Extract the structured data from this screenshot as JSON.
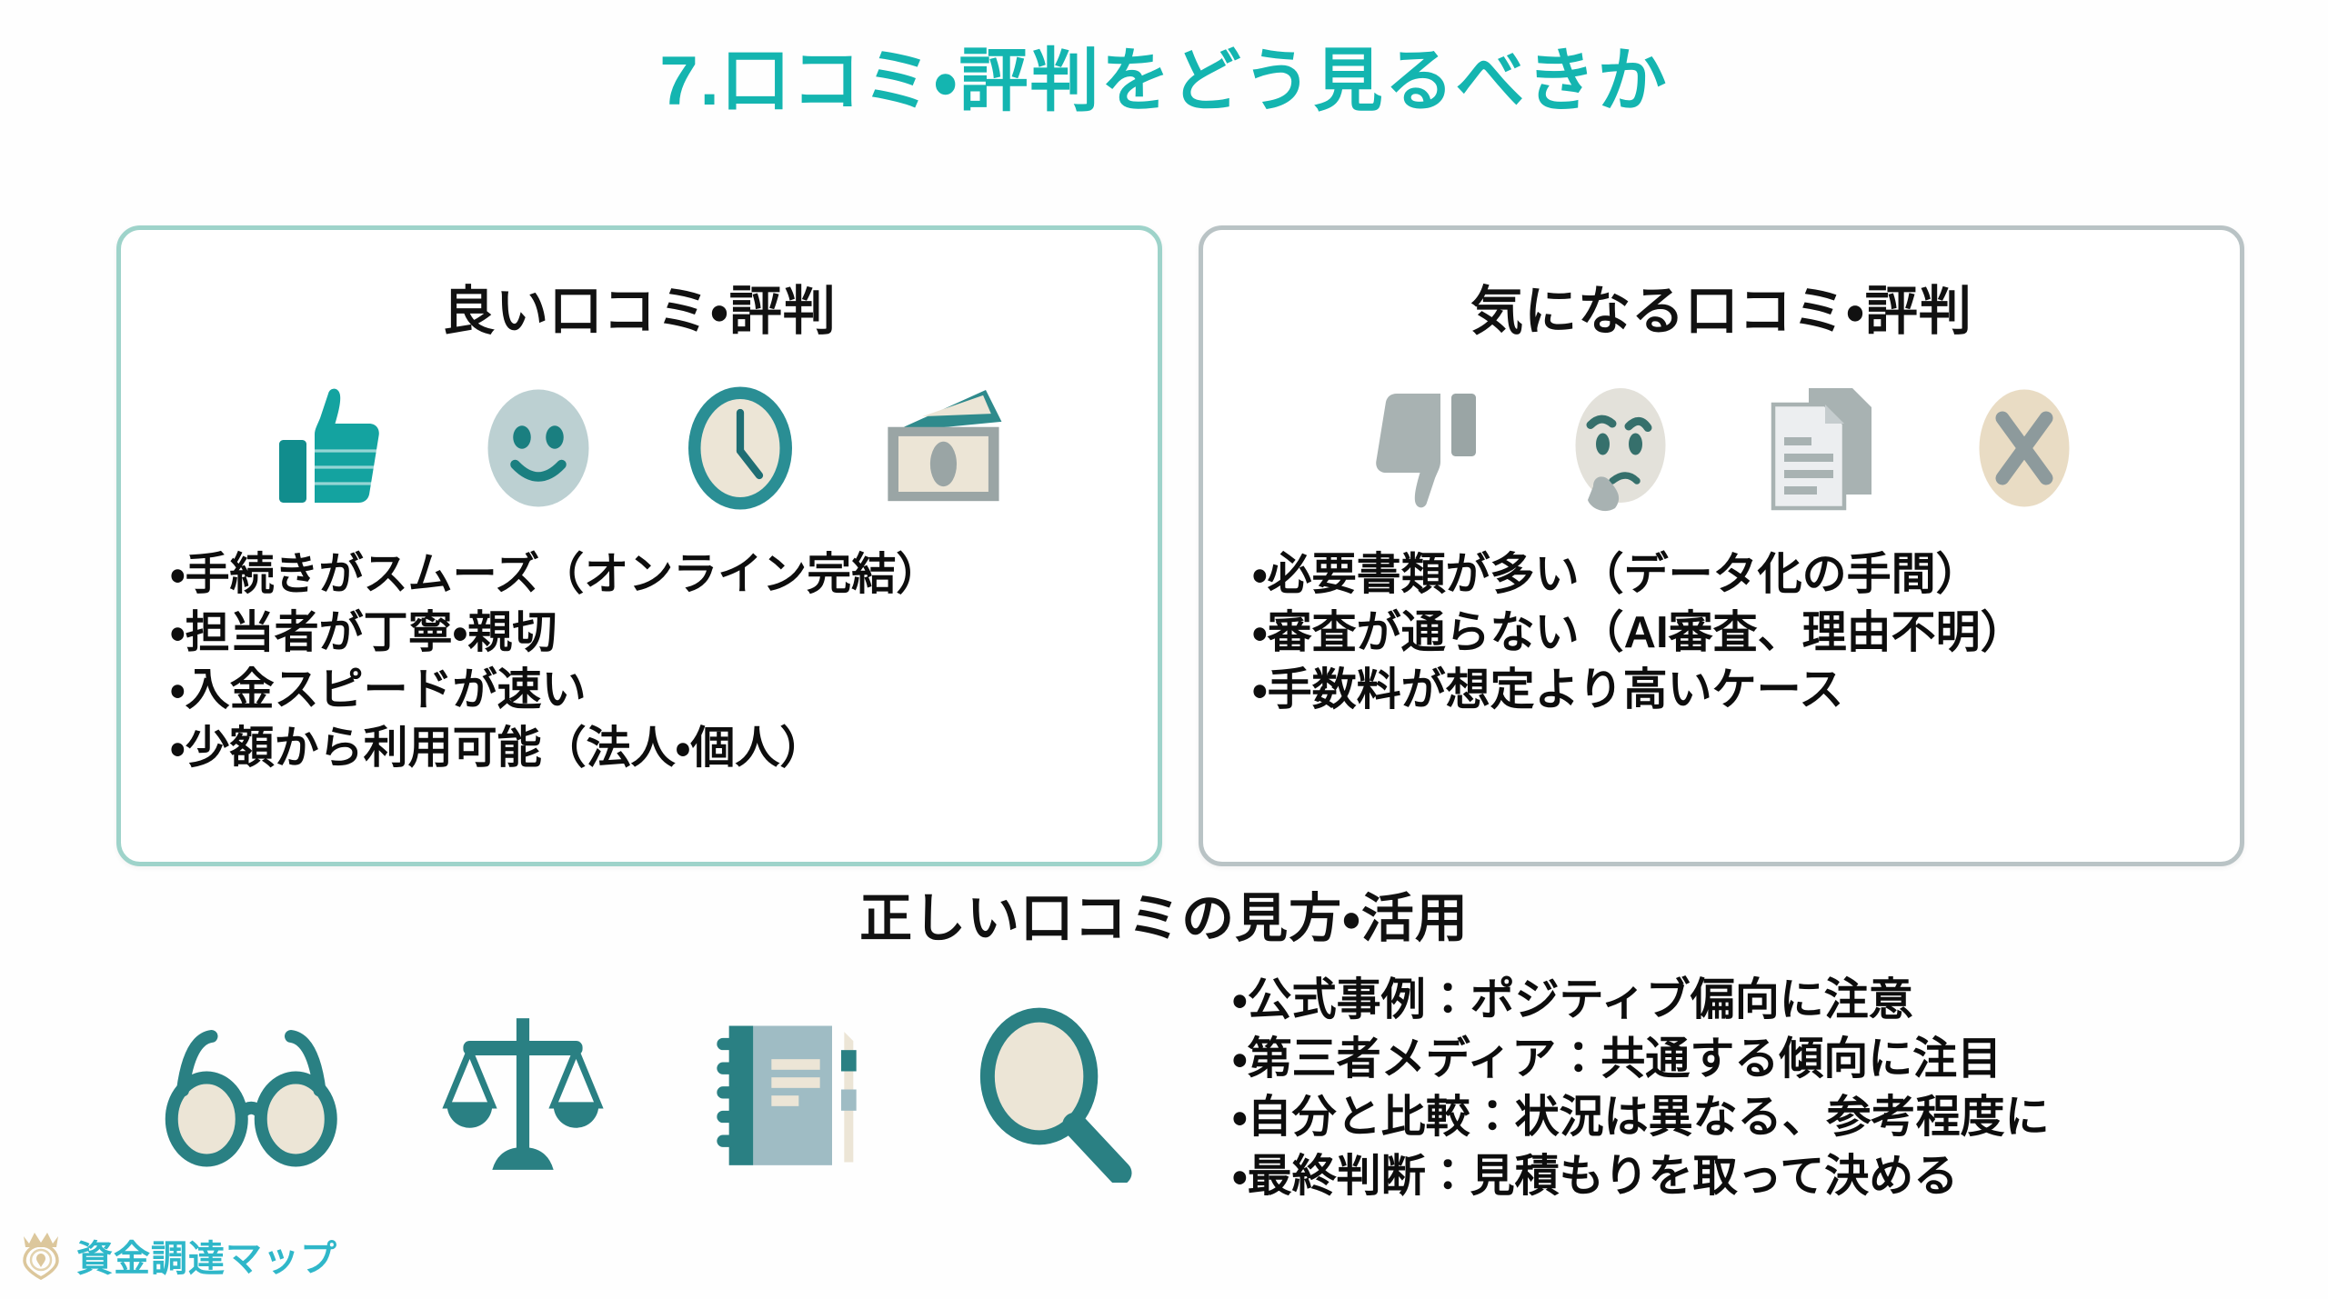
{
  "slide": {
    "title": "7.口コミ・評判をどう見るべきか",
    "accent_color": "#14b5b0",
    "background_color": "#fefefe"
  },
  "good_card": {
    "title": "良い口コミ・評判",
    "border_color": "#9ed3ca",
    "icons": [
      {
        "name": "thumbs-up-icon",
        "label": "高評価"
      },
      {
        "name": "smiley-face-icon",
        "label": "笑顔"
      },
      {
        "name": "clock-icon",
        "label": "時計"
      },
      {
        "name": "banknote-icon",
        "label": "紙幣"
      }
    ],
    "bullets": [
      "・手続きがスムーズ（オンライン完結）",
      "・担当者が丁寧・親切",
      "・入金スピードが速い",
      "・少額から利用可能（法人・個人）"
    ]
  },
  "bad_card": {
    "title": "気になる口コミ・評判",
    "border_color": "#b9c3c5",
    "icons": [
      {
        "name": "thumbs-down-icon",
        "label": "低評価"
      },
      {
        "name": "thinking-face-icon",
        "label": "考える顔"
      },
      {
        "name": "documents-icon",
        "label": "書類"
      },
      {
        "name": "cross-mark-icon",
        "label": "バツ"
      }
    ],
    "bullets": [
      "・必要書類が多い（データ化の手間）",
      "・審査が通らない（AI審査、理由不明）",
      "・手数料が想定より高いケース"
    ]
  },
  "bottom_section": {
    "title": "正しい口コミの見方・活用",
    "icons": [
      {
        "name": "glasses-icon",
        "label": "メガネ"
      },
      {
        "name": "balance-scale-icon",
        "label": "天秤"
      },
      {
        "name": "notebook-pen-icon",
        "label": "ノートとペン"
      },
      {
        "name": "magnifier-icon",
        "label": "虫眼鏡"
      }
    ],
    "bullets": [
      "・公式事例：ポジティブ偏向に注意",
      "・第三者メディア：共通する傾向に注目",
      "・自分と比較：状況は異なる、参考程度に",
      "・最終判断：見積もりを取って決める"
    ]
  },
  "logo": {
    "text": "資金調達マップ",
    "icon": "map-pin-crown-icon",
    "text_color": "#2fb7c9",
    "pin_color": "#d9c9a3"
  }
}
